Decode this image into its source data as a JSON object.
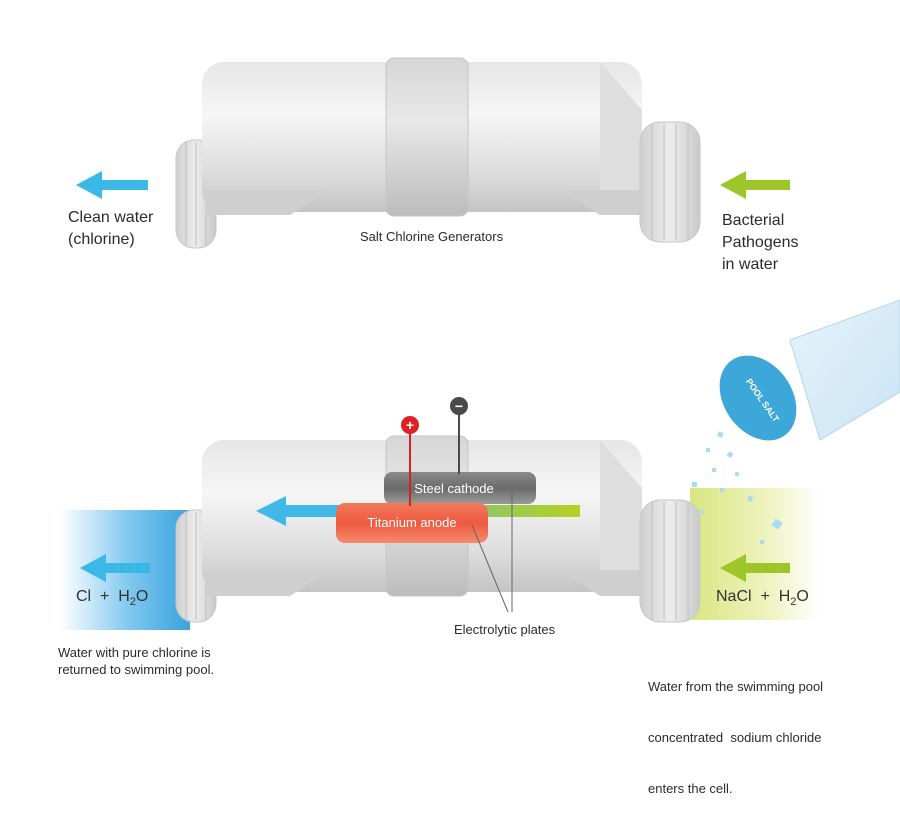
{
  "top": {
    "title": "Salt Chlorine Generators",
    "left_label": [
      "Clean water",
      "(chlorine)"
    ],
    "right_label": [
      "Bacterial",
      "Pathogens",
      "in water"
    ]
  },
  "bottom": {
    "salt_bag_label": "POOL SALT",
    "cathode_label": "Steel cathode",
    "anode_label": "Titanium anode",
    "plates_label": "Electrolytic plates",
    "plus_symbol": "+",
    "minus_symbol": "−",
    "output_formula": {
      "base": "Cl  +  H",
      "sub": "2",
      "tail": "O"
    },
    "input_formula": {
      "base": "NaCl  +  H",
      "sub": "2",
      "tail": "O"
    },
    "left_caption": [
      "Water with pure chlorine is",
      "returned to swimming pool."
    ],
    "right_caption": [
      "Water from the swimming pool",
      "concentrated  sodium chloride",
      "enters the cell."
    ]
  },
  "colors": {
    "pipe_light": "#eeeeee",
    "pipe_mid": "#d7d7d7",
    "pipe_dark": "#bdbdbd",
    "clean_arrow": "#3ab8e6",
    "dirty_arrow": "#9cc62a",
    "anode": "#f06a4e",
    "cathode": "#7a7a7a",
    "positive_terminal": "#e02020",
    "negative_terminal": "#4a4a4a",
    "salt_bag": "#3da7d9"
  }
}
